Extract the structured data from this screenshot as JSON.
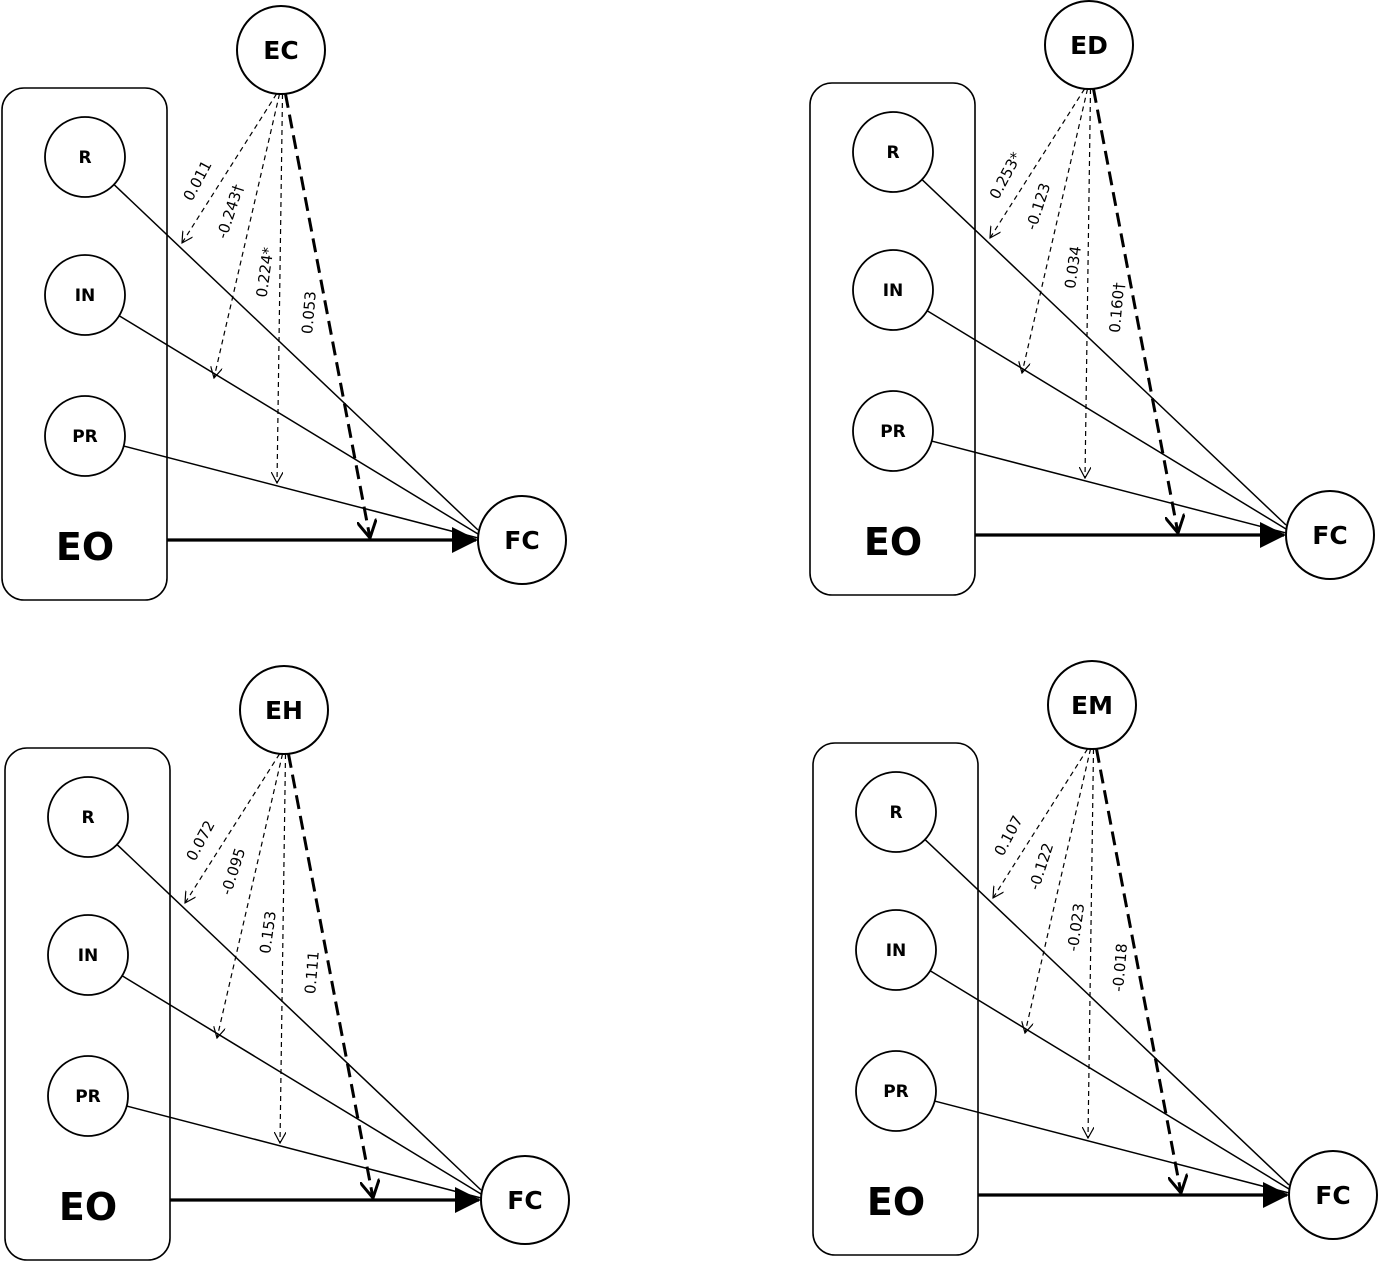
{
  "panels": [
    {
      "moderator": "EC",
      "group_label": "EO",
      "outcome": "FC",
      "predictors": [
        "R",
        "IN",
        "PR"
      ],
      "coefficients": [
        "0.011",
        "-0.243†",
        "0.224*",
        "0.053"
      ]
    },
    {
      "moderator": "ED",
      "group_label": "EO",
      "outcome": "FC",
      "predictors": [
        "R",
        "IN",
        "PR"
      ],
      "coefficients": [
        "0.253*",
        "-0.123",
        "0.034",
        "0.160†"
      ]
    },
    {
      "moderator": "EH",
      "group_label": "EO",
      "outcome": "FC",
      "predictors": [
        "R",
        "IN",
        "PR"
      ],
      "coefficients": [
        "0.072",
        "-0.095",
        "0.153",
        "0.111"
      ]
    },
    {
      "moderator": "EM",
      "group_label": "EO",
      "outcome": "FC",
      "predictors": [
        "R",
        "IN",
        "PR"
      ],
      "coefficients": [
        "0.107",
        "-0.122",
        "-0.023",
        "-0.018"
      ]
    }
  ]
}
